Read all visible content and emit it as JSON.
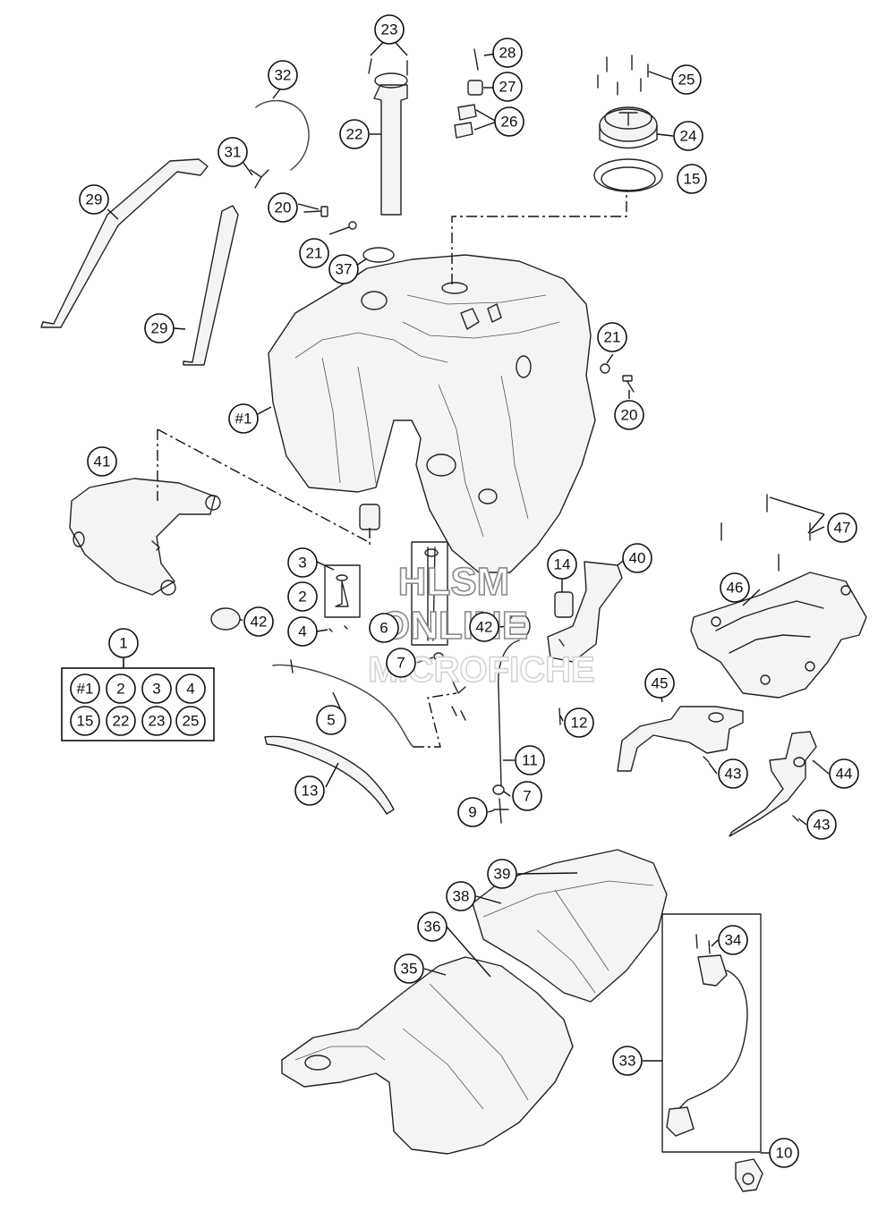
{
  "callouts": [
    {
      "id": "c23",
      "label": "23"
    },
    {
      "id": "c28",
      "label": "28"
    },
    {
      "id": "c32",
      "label": "32"
    },
    {
      "id": "c27",
      "label": "27"
    },
    {
      "id": "c25",
      "label": "25"
    },
    {
      "id": "c26",
      "label": "26"
    },
    {
      "id": "c22",
      "label": "22"
    },
    {
      "id": "c24",
      "label": "24"
    },
    {
      "id": "c31",
      "label": "31"
    },
    {
      "id": "c15",
      "label": "15"
    },
    {
      "id": "c29a",
      "label": "29"
    },
    {
      "id": "c20a",
      "label": "20"
    },
    {
      "id": "c21a",
      "label": "21"
    },
    {
      "id": "c37",
      "label": "37"
    },
    {
      "id": "c29b",
      "label": "29"
    },
    {
      "id": "c21b",
      "label": "21"
    },
    {
      "id": "c20b",
      "label": "20"
    },
    {
      "id": "c_h1",
      "label": "#1"
    },
    {
      "id": "c41",
      "label": "41"
    },
    {
      "id": "c47",
      "label": "47"
    },
    {
      "id": "c3",
      "label": "3"
    },
    {
      "id": "c14",
      "label": "14"
    },
    {
      "id": "c40",
      "label": "40"
    },
    {
      "id": "c2",
      "label": "2"
    },
    {
      "id": "c46",
      "label": "46"
    },
    {
      "id": "c42a",
      "label": "42"
    },
    {
      "id": "c4",
      "label": "4"
    },
    {
      "id": "c6",
      "label": "6"
    },
    {
      "id": "c42b",
      "label": "42"
    },
    {
      "id": "c1",
      "label": "1"
    },
    {
      "id": "c7a",
      "label": "7"
    },
    {
      "id": "c12",
      "label": "12"
    },
    {
      "id": "c45",
      "label": "45"
    },
    {
      "id": "c5",
      "label": "5"
    },
    {
      "id": "c11",
      "label": "11"
    },
    {
      "id": "c43a",
      "label": "43"
    },
    {
      "id": "c44",
      "label": "44"
    },
    {
      "id": "c13",
      "label": "13"
    },
    {
      "id": "c7b",
      "label": "7"
    },
    {
      "id": "c9",
      "label": "9"
    },
    {
      "id": "c43b",
      "label": "43"
    },
    {
      "id": "c39",
      "label": "39"
    },
    {
      "id": "c38",
      "label": "38"
    },
    {
      "id": "c36",
      "label": "36"
    },
    {
      "id": "c34",
      "label": "34"
    },
    {
      "id": "c35",
      "label": "35"
    },
    {
      "id": "c33",
      "label": "33"
    },
    {
      "id": "c10",
      "label": "10"
    }
  ],
  "kit_box": {
    "labels": [
      "#1",
      "2",
      "3",
      "4",
      "15",
      "22",
      "23",
      "25"
    ]
  },
  "watermark": {
    "line1": "HLSM",
    "line2": "ONLINE",
    "line3": "MICROFICHE"
  }
}
